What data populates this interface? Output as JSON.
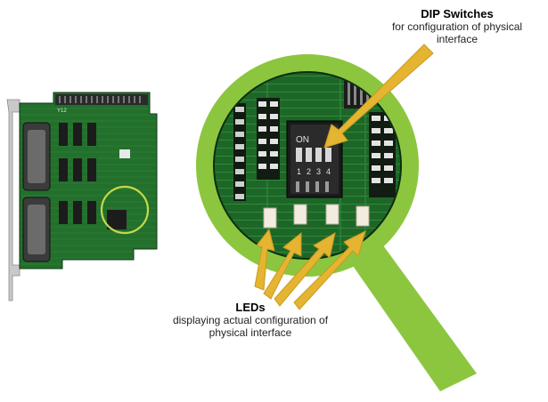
{
  "colors": {
    "lens_ring": "#8cc63f",
    "pcb": "#1f6a2a",
    "pcb_dark": "#154d1d",
    "arrow": "#e5b431"
  },
  "chip_text": {
    "on_text": "ON",
    "switch_numbers": [
      "1",
      "2",
      "3",
      "4"
    ],
    "board_code": "Y12"
  },
  "labels": {
    "dip": {
      "title": "DIP Switches",
      "description": "for configuration of physical interface"
    },
    "led": {
      "title": "LEDs",
      "description": "displaying actual configuration of physical interface"
    }
  }
}
